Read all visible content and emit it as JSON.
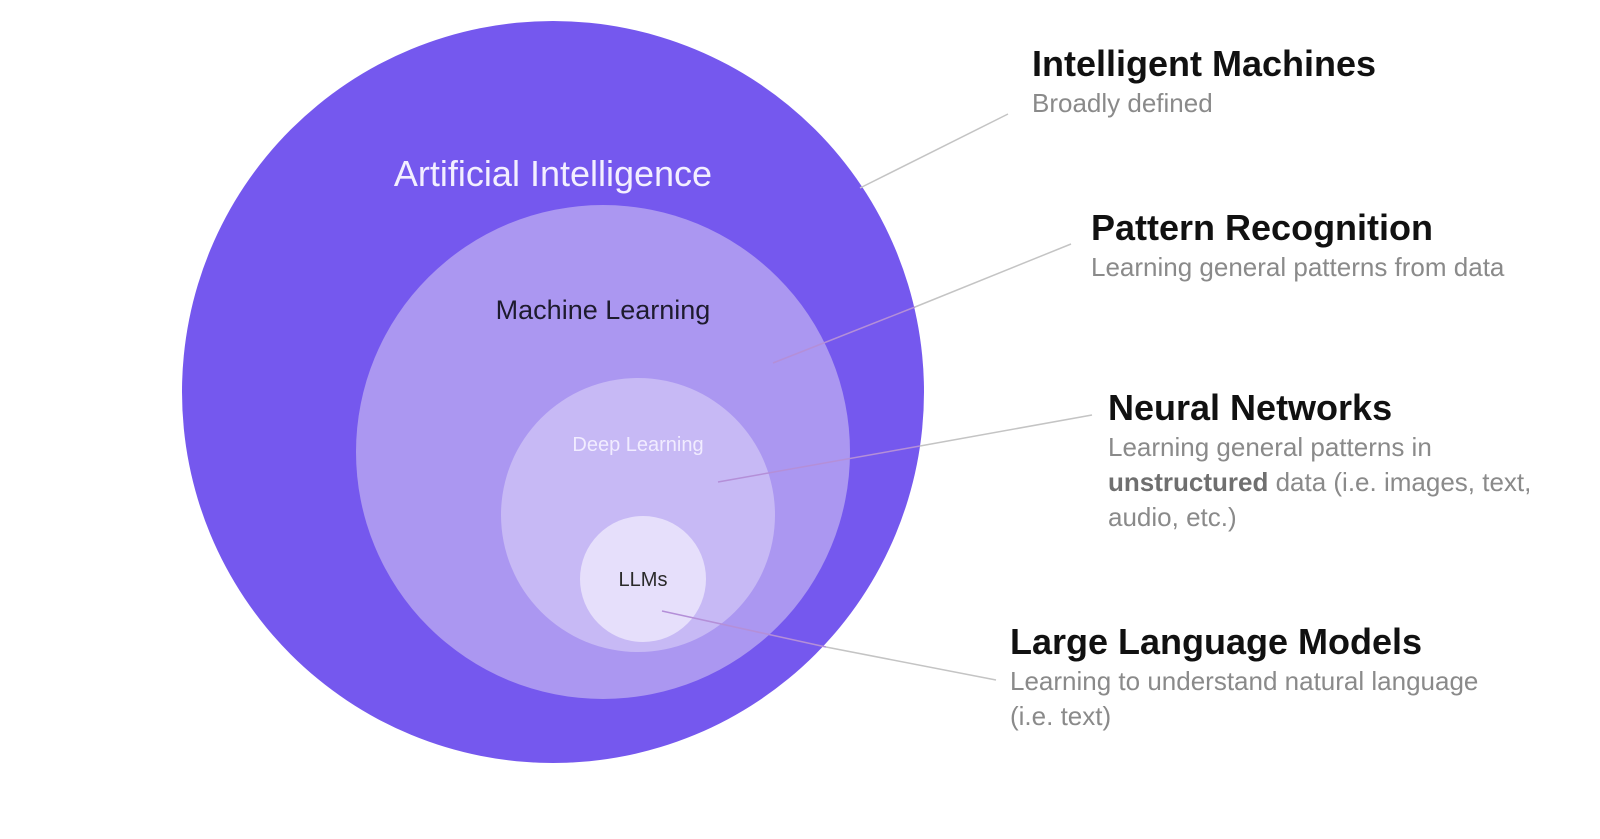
{
  "circles": {
    "ai": {
      "label": "Artificial Intelligence",
      "color": "#7558ee",
      "label_color": "#f3efff"
    },
    "ml": {
      "label": "Machine Learning",
      "color": "#ab97f1",
      "label_color": "#1e1b2e"
    },
    "dl": {
      "label": "Deep Learning",
      "color": "#c7b9f5",
      "label_color": "#f1ecff"
    },
    "llm": {
      "label": "LLMs",
      "color": "#e6dffb",
      "label_color": "#2a2a2a"
    }
  },
  "annotations": {
    "ai": {
      "title": "Intelligent Machines",
      "desc": "Broadly defined"
    },
    "ml": {
      "title": "Pattern Recognition",
      "desc": "Learning general patterns from data"
    },
    "nn": {
      "title": "Neural Networks",
      "desc_pre": "Learning general patterns in ",
      "desc_bold": "unstructured",
      "desc_post": " data (i.e. images, text, audio, etc.)"
    },
    "llm": {
      "title": "Large Language Models",
      "desc": "Learning to understand natural language (i.e. text)"
    }
  },
  "colors": {
    "connector_outer": "#c4c4c4",
    "connector_inner": "#b48fd8",
    "title": "#111111",
    "description": "#8a8a8a"
  }
}
